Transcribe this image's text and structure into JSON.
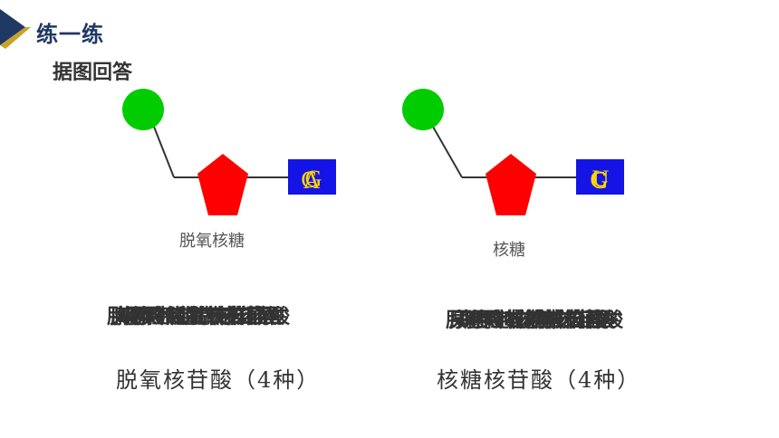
{
  "header": {
    "title": "练一练"
  },
  "subtitle": "据图回答",
  "left": {
    "sugar_label": "脱氧核糖",
    "base_letters": [
      "A",
      "C",
      "G"
    ],
    "overlap_texts": [
      "腺嘌呤脱氧核苷酸",
      "胸腺嘧啶脱氧核苷酸",
      "鸟嘌呤脱氧核苷酸",
      "胞嘧啶脱氧核苷酸"
    ],
    "bottom": "脱氧核苷酸（4种）"
  },
  "right": {
    "sugar_label": "核糖",
    "base_letters": [
      "G",
      "C",
      "U"
    ],
    "overlap_texts": [
      "腺嘌呤核糖核苷酸",
      "尿嘧啶核糖核苷酸",
      "鸟嘌呤核糖核苷酸",
      "胞嘧啶核糖核苷酸"
    ],
    "bottom": "核糖核苷酸（4种）"
  },
  "colors": {
    "phosphate": "#00cc00",
    "sugar": "#ff0000",
    "base_box": "#1414e6",
    "base_text": "#ffd700",
    "header": "#1f3864"
  }
}
